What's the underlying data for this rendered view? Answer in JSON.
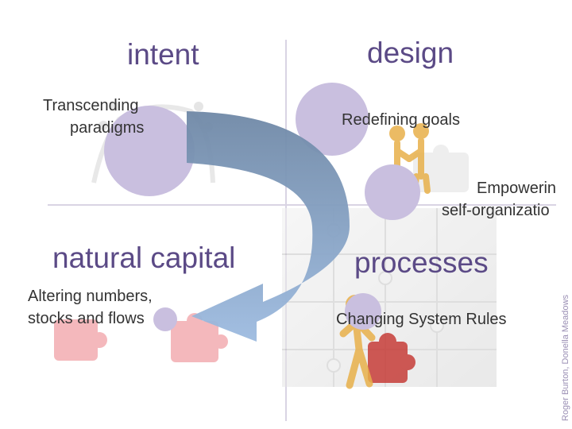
{
  "quadrants": {
    "intent": {
      "title": "intent",
      "leverage_line1": "Transcending",
      "leverage_line2": "paradigms"
    },
    "design": {
      "title": "design",
      "leverage": "Redefining goals",
      "secondary_line1": "Empowerin",
      "secondary_line2": "self-organizatio"
    },
    "natural_capital": {
      "title": "natural capital",
      "leverage_line1": "Altering numbers,",
      "leverage_line2": "stocks and flows"
    },
    "processes": {
      "title": "processes",
      "leverage": "Changing System Rules"
    }
  },
  "credit": "Roger Burton, Donella Meadows",
  "colors": {
    "title": "#5b4a86",
    "circle_fill": "#c9bfdf",
    "arrow_top": "#6f88a6",
    "arrow_bottom": "#94b3d8",
    "divider": "#d9d4e4"
  }
}
